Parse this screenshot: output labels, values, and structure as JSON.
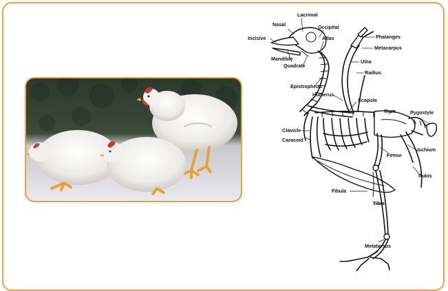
{
  "frame": {
    "border_color": "#f0a13c"
  },
  "photo": {
    "subject": "broiler-chickens-photo"
  },
  "skeleton": {
    "labels": {
      "lacrimal": "Lacrimal",
      "nasal": "Nasal",
      "occipital": "Occipital",
      "incisive": "Incisive",
      "atlas": "Atlas",
      "phalanges": "Phalanges",
      "metacarpus": "Metacarpus",
      "mandible": "Mandible",
      "quadrate": "Quadrate",
      "ulna": "Ulna",
      "radius": "Radius",
      "epistropheus": "Epistropheus",
      "humerus": "Humerus",
      "scapula": "Scapula",
      "ilium": "Ilium",
      "pygostyle": "Pygostyle",
      "clavicle": "Clavicle",
      "coracoid": "Caracoid",
      "femur": "Femur",
      "ischium": "Ischium",
      "pubis": "Pubis",
      "fibula": "Fibula",
      "tibia": "Tibia",
      "metatarsus": "Metatarsus"
    }
  }
}
